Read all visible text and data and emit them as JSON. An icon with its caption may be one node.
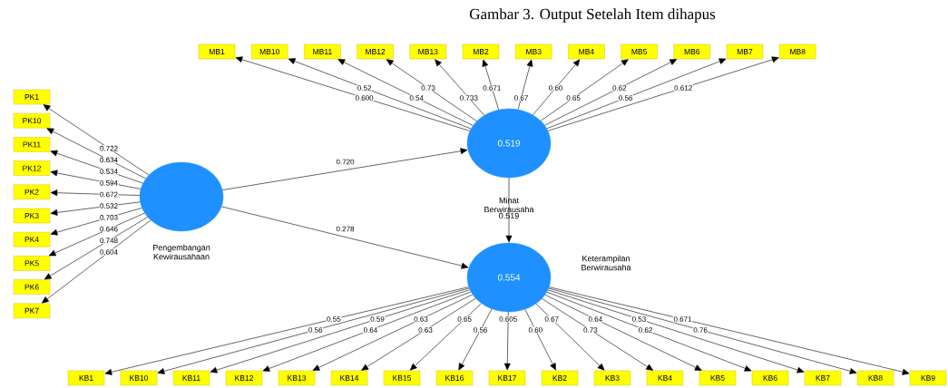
{
  "diagram": {
    "title": "Gambar 3. Output Setelah Item dihapus",
    "nodes": [
      {
        "text": [],
        "shape": "circle",
        "beside": [
          "Pengembangan Kewirausahaan"
        ]
      },
      {
        "text": [
          "0.519"
        ],
        "beside": [
          "Minat Berwirausaha",
          "0.519"
        ]
      },
      {
        "text": [
          "0.554"
        ],
        "beside": [
          "Keterampilan Berwirausaha"
        ]
      },
      {
        "text": [
          "PK1"
        ]
      },
      {
        "text": [
          "PK10"
        ]
      },
      {
        "text": [
          "PK11"
        ]
      },
      {
        "text": [
          "PK12"
        ]
      },
      {
        "text": [
          "PK2"
        ]
      },
      {
        "text": [
          "PK3"
        ]
      },
      {
        "text": [
          "PK4"
        ]
      },
      {
        "text": [
          "PK5"
        ]
      },
      {
        "text": [
          "PK6"
        ]
      },
      {
        "text": [
          "PK7"
        ]
      },
      {
        "text": [
          "MB1"
        ]
      },
      {
        "text": [
          "MB10"
        ]
      },
      {
        "text": [
          "MB11"
        ]
      },
      {
        "text": [
          "MB12"
        ]
      },
      {
        "text": [
          "MB13"
        ]
      },
      {
        "text": [
          "MB2"
        ]
      },
      {
        "text": [
          "MB3"
        ]
      },
      {
        "text": [
          "MB4"
        ]
      },
      {
        "text": [
          "MB5"
        ]
      },
      {
        "text": [
          "MB6"
        ]
      },
      {
        "text": [
          "MB7"
        ]
      },
      {
        "text": [
          "MB8"
        ]
      },
      {
        "text": [
          "KB1"
        ]
      },
      {
        "text": [
          "KB10"
        ]
      },
      {
        "text": [
          "KB11"
        ]
      },
      {
        "text": [
          "KB12"
        ]
      },
      {
        "text": [
          "KB13"
        ]
      },
      {
        "text": [
          "KB14"
        ]
      },
      {
        "text": [
          "KB15"
        ]
      },
      {
        "text": [
          "KB16"
        ]
      },
      {
        "text": [
          "KB17"
        ]
      },
      {
        "text": [
          "KB2"
        ]
      },
      {
        "text": [
          "KB3"
        ]
      },
      {
        "text": [
          "KB4"
        ]
      },
      {
        "text": [
          "KB5"
        ]
      },
      {
        "text": [
          "KB6"
        ]
      },
      {
        "text": [
          "KB7"
        ]
      },
      {
        "text": [
          "KB8"
        ]
      },
      {
        "text": [
          "KB9"
        ]
      }
    ],
    "edges": [
      {
        "from": 0,
        "to": 1,
        "arrow": "to",
        "label": "0.720"
      },
      {
        "from": 0,
        "to": 2,
        "arrow": "to",
        "label": "0.278"
      },
      {
        "from": 1,
        "to": 2,
        "arrow": "to"
      },
      {
        "from": 0,
        "to": 3,
        "arrow": "to",
        "label": "0.722"
      },
      {
        "from": 0,
        "to": 4,
        "arrow": "to",
        "label": "0.634"
      },
      {
        "from": 0,
        "to": 5,
        "arrow": "to",
        "label": "0.534"
      },
      {
        "from": 0,
        "to": 6,
        "arrow": "to",
        "label": "0.594"
      },
      {
        "from": 0,
        "to": 7,
        "arrow": "to",
        "label": "0.672"
      },
      {
        "from": 0,
        "to": 8,
        "arrow": "to",
        "label": "0.532"
      },
      {
        "from": 0,
        "to": 9,
        "arrow": "to",
        "label": "0.703"
      },
      {
        "from": 0,
        "to": 10,
        "arrow": "to",
        "label": "0.646"
      },
      {
        "from": 0,
        "to": 11,
        "arrow": "to",
        "label": "0.748"
      },
      {
        "from": 0,
        "to": 12,
        "arrow": "to",
        "label": "0.604"
      },
      {
        "from": 1,
        "to": 13,
        "arrow": "to",
        "label": "0.600"
      },
      {
        "from": 1,
        "to": 14,
        "arrow": "to",
        "label": "0.52"
      },
      {
        "from": 1,
        "to": 15,
        "arrow": "to",
        "label": "0.54"
      },
      {
        "from": 1,
        "to": 16,
        "arrow": "to",
        "label": "0.73"
      },
      {
        "from": 1,
        "to": 17,
        "arrow": "to",
        "label": "0.733"
      },
      {
        "from": 1,
        "to": 18,
        "arrow": "to",
        "label": "0.671"
      },
      {
        "from": 1,
        "to": 19,
        "arrow": "to",
        "label": "0.67"
      },
      {
        "from": 1,
        "to": 20,
        "arrow": "to",
        "label": "0.60"
      },
      {
        "from": 1,
        "to": 21,
        "arrow": "to",
        "label": "0.65"
      },
      {
        "from": 1,
        "to": 22,
        "arrow": "to",
        "label": "0.62"
      },
      {
        "from": 1,
        "to": 23,
        "arrow": "to",
        "label": "0.56"
      },
      {
        "from": 1,
        "to": 24,
        "arrow": "to",
        "label": "0.612"
      },
      {
        "from": 2,
        "to": 25,
        "arrow": "to",
        "label": "0.55"
      },
      {
        "from": 2,
        "to": 26,
        "arrow": "to",
        "label": "0.56"
      },
      {
        "from": 2,
        "to": 27,
        "arrow": "to",
        "label": "0.59"
      },
      {
        "from": 2,
        "to": 28,
        "arrow": "to",
        "label": "0.64"
      },
      {
        "from": 2,
        "to": 29,
        "arrow": "to",
        "label": "0.63"
      },
      {
        "from": 2,
        "to": 30,
        "arrow": "to",
        "label": "0.63"
      },
      {
        "from": 2,
        "to": 31,
        "arrow": "to",
        "label": "0.65"
      },
      {
        "from": 2,
        "to": 32,
        "arrow": "to",
        "label": "0.56"
      },
      {
        "from": 2,
        "to": 33,
        "arrow": "to",
        "label": "0.605"
      },
      {
        "from": 2,
        "to": 34,
        "arrow": "to",
        "label": "0.60"
      },
      {
        "from": 2,
        "to": 35,
        "arrow": "to",
        "label": "0.67"
      },
      {
        "from": 2,
        "to": 36,
        "arrow": "to",
        "label": "0.73"
      },
      {
        "from": 2,
        "to": 37,
        "arrow": "to",
        "label": "0.64"
      },
      {
        "from": 2,
        "to": 38,
        "arrow": "to",
        "label": "0.62"
      },
      {
        "from": 2,
        "to": 39,
        "arrow": "to",
        "label": "0.53"
      },
      {
        "from": 2,
        "to": 40,
        "arrow": "to",
        "label": "0.76"
      },
      {
        "from": 2,
        "to": 41,
        "arrow": "to",
        "label": "0.671"
      }
    ]
  }
}
